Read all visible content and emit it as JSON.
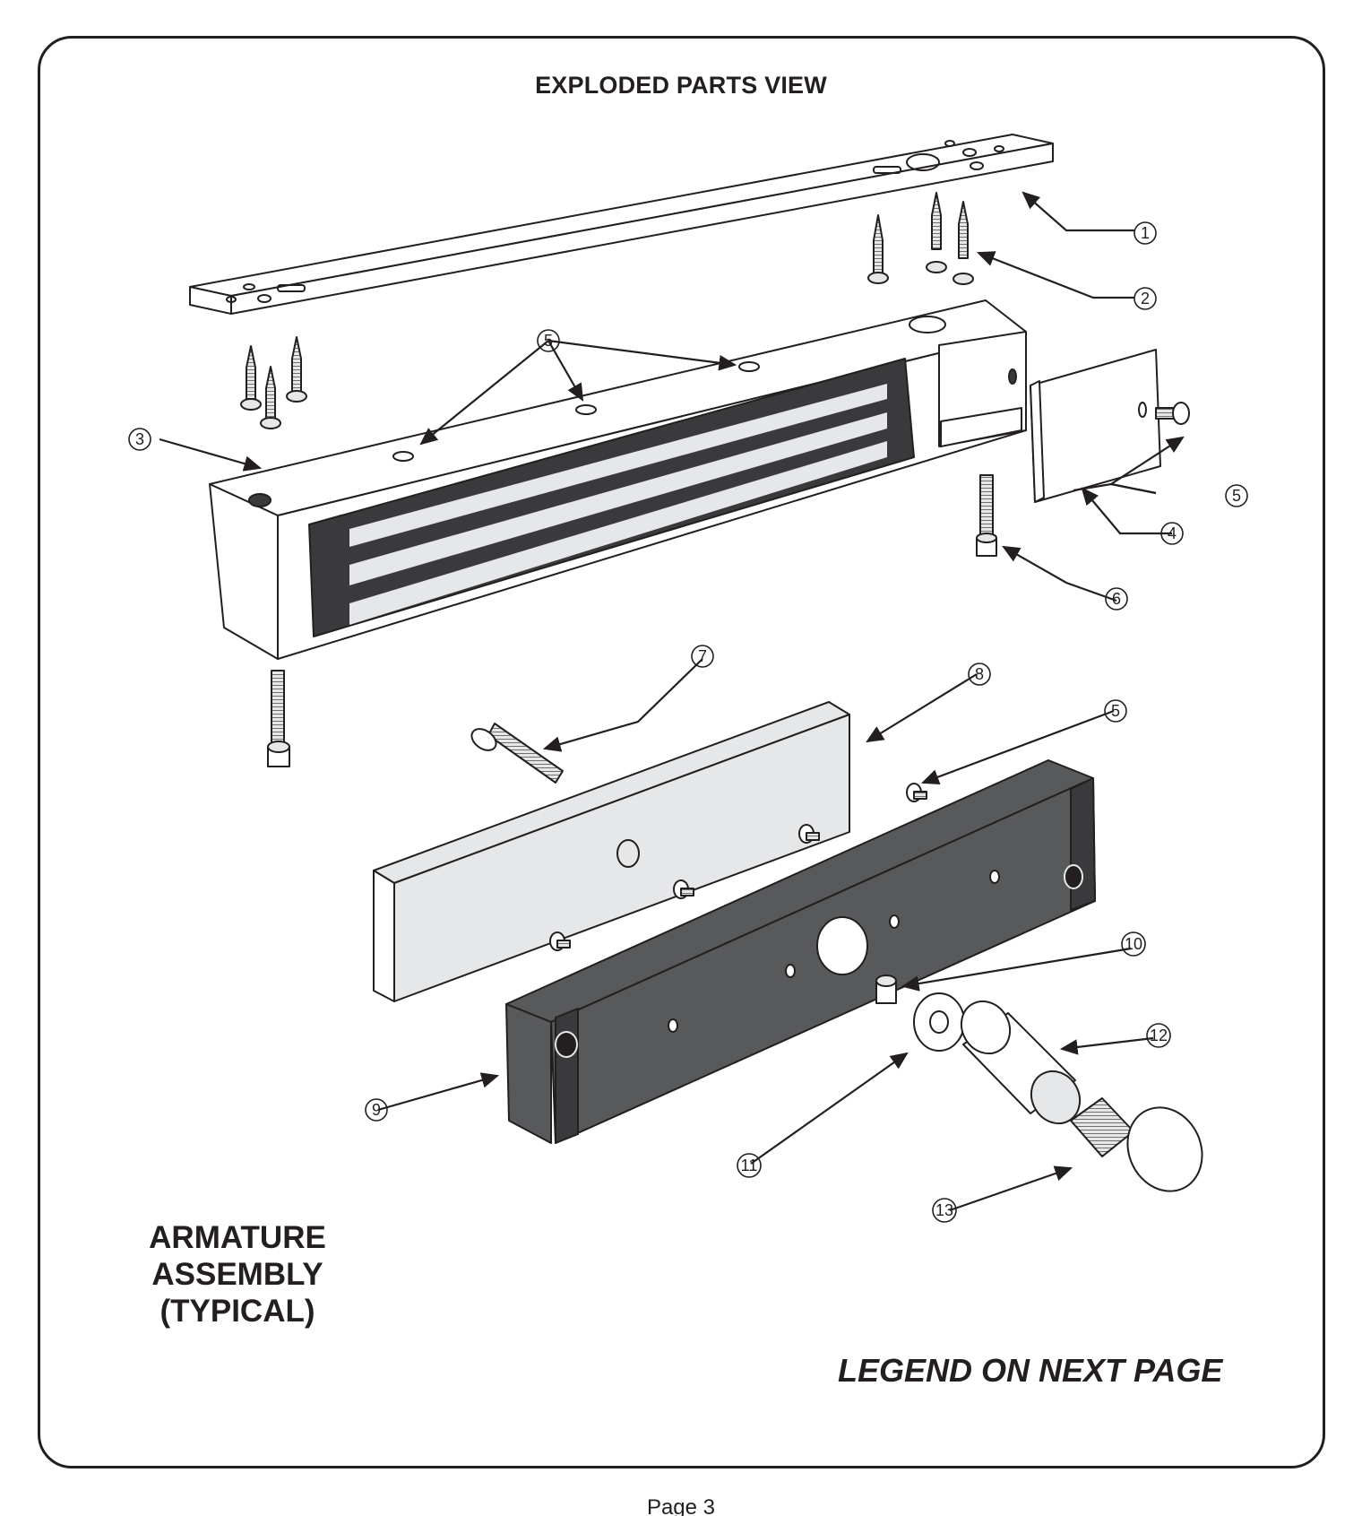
{
  "title": "EXPLODED PARTS VIEW",
  "armature_label": [
    "ARMATURE",
    "ASSEMBLY",
    "(TYPICAL)"
  ],
  "legend_note": "LEGEND ON NEXT PAGE",
  "page_label": "Page 3",
  "callouts": [
    "1",
    "2",
    "3",
    "4",
    "5",
    "6",
    "7",
    "8",
    "9",
    "10",
    "11",
    "12",
    "13"
  ],
  "colors": {
    "line": "#231f20",
    "dark_part": "#58595b",
    "light_part": "#e6e7e8",
    "strip": "#3a3a3c"
  }
}
